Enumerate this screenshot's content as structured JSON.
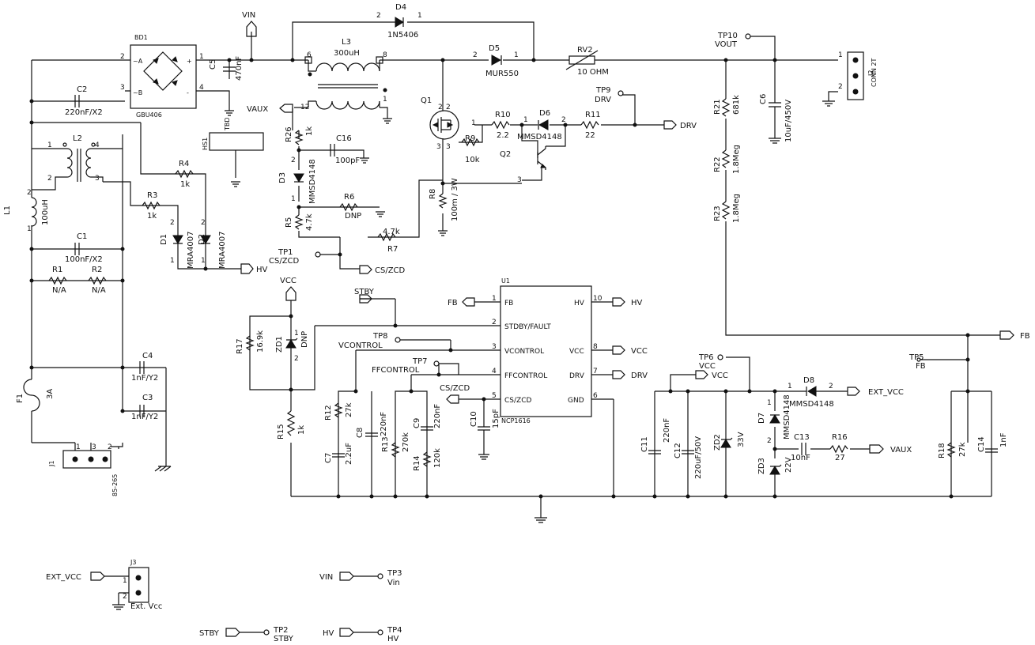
{
  "refs": {
    "BD1": "BD1",
    "BD1_val": "GBU406",
    "BD1_pa": "~A",
    "BD1_pb": "~B",
    "BD1_pp": "+",
    "BD1_pm": "-",
    "L3": "L3",
    "L3_val": "300uH",
    "D4": "D4",
    "D4_val": "1N5406",
    "D5": "D5",
    "D5_val": "MUR550",
    "RV2": "RV2",
    "RV2_val": "10 OHM",
    "C5": "C5",
    "C5_val": "470nF",
    "TBD": "TBD",
    "HS1": "HS1",
    "C2": "C2",
    "C2_val": "220nF/X2",
    "L2": "L2",
    "L1": "L1",
    "L1_val": "100uH",
    "C1": "C1",
    "C1_val": "100nF/X2",
    "R1": "R1",
    "R1_val": "N/A",
    "R2": "R2",
    "R2_val": "N/A",
    "R4": "R4",
    "R4_val": "1k",
    "R3": "R3",
    "R3_val": "1k",
    "D1": "D1",
    "D1_val": "MRA4007",
    "D2": "D2",
    "D2_val": "MRA4007",
    "R26": "R26",
    "R26_val": "1k",
    "C16": "C16",
    "C16_val": "100pF",
    "D3": "D3",
    "D3_val": "MMSD4148",
    "R6": "R6",
    "R6_val": "DNP",
    "R5": "R5",
    "R5_val": "4.7k",
    "R7": "R7",
    "R7_val": "4.7k",
    "Q1": "Q1",
    "R10": "R10",
    "R10_val": "2.2",
    "D6": "D6",
    "D6_val": "MMSD4148",
    "R11": "R11",
    "R11_val": "22",
    "R9": "R9",
    "R9_val": "10k",
    "Q2": "Q2",
    "R8": "R8",
    "R8_val": "100m / 3W",
    "R21": "R21",
    "R21_val": "681k",
    "R22": "R22",
    "R22_val": "1.8Meg",
    "R23": "R23",
    "R23_val": "1.8Meg",
    "C6": "C6",
    "C6_val": "10uF/450V",
    "J2": "J2",
    "J2_val": "CONN 2T",
    "C4": "C4",
    "C4_val": "1nF/Y2",
    "C3": "C3",
    "C3_val": "1nF/Y2",
    "F1": "F1",
    "F1_val": "3A",
    "J1": "J1",
    "J1_val": "85-265",
    "U1": "U1",
    "U1_val": "NCP1616",
    "R17": "R17",
    "R17_val": "16.9k",
    "ZD1": "ZD1",
    "ZD1_val": "DNP",
    "R15": "R15",
    "R15_val": "1k",
    "R12": "R12",
    "R12_val": "27k",
    "C8": "C8",
    "C8_val": "220nF",
    "C7": "C7",
    "C7_val": "2.2uF",
    "R13": "R13",
    "R13_val": "270k",
    "C9": "C9",
    "C9_val": "220nF",
    "R14": "R14",
    "R14_val": "120k",
    "C10": "C10",
    "C10_val": "15pF",
    "C11": "C11",
    "C11_val": "220nF",
    "C12": "C12",
    "C12_val": "220uF/50V",
    "ZD2": "ZD2",
    "ZD2_val": "33V",
    "D7": "D7",
    "D7_val": "MMSD4148",
    "D8": "D8",
    "D8_val": "MMSD4148",
    "C13": "C13",
    "C13_val": "10nF",
    "R16": "R16",
    "R16_val": "27",
    "ZD3": "ZD3",
    "ZD3_val": "22V",
    "R18": "R18",
    "R18_val": "27k",
    "C14": "C14",
    "C14_val": "1nF",
    "J3": "J3",
    "J3_val": "Ext. Vcc"
  },
  "testpoints": {
    "TP10": "TP10",
    "TP10_n": "VOUT",
    "TP9": "TP9",
    "TP9_n": "DRV",
    "TP1": "TP1",
    "TP1_n": "CS/ZCD",
    "TP8": "TP8",
    "TP8_n": "VCONTROL",
    "TP7": "TP7",
    "TP7_n": "FFCONTROL",
    "TP6": "TP6",
    "TP6_n": "VCC",
    "TP5": "TP5",
    "TP5_n": "FB",
    "TP3": "TP3",
    "TP3_n": "Vin",
    "TP2": "TP2",
    "TP2_n": "STBY",
    "TP4": "TP4",
    "TP4_n": "HV"
  },
  "nets": {
    "VIN": "VIN",
    "VAUX": "VAUX",
    "HV": "HV",
    "CSZCD": "CS/ZCD",
    "DRV": "DRV",
    "VCC": "VCC",
    "STBY": "STBY",
    "FB": "FB",
    "EXT_VCC": "EXT_VCC",
    "VIN2": "VIN",
    "STBY2": "STBY",
    "HV2": "HV",
    "EXT_VCC2": "EXT_VCC"
  },
  "ic_pins": {
    "FB": "FB",
    "STDBY": "STDBY/FAULT",
    "VCONTROL": "VCONTROL",
    "FFCONTROL": "FFCONTROL",
    "CSZCD": "CS/ZCD",
    "HV": "HV",
    "VCC": "VCC",
    "DRV": "DRV",
    "GND": "GND",
    "n1": "1",
    "n2": "2",
    "n3": "3",
    "n4": "4",
    "n5": "5",
    "n6": "6",
    "n7": "7",
    "n8": "8",
    "n10": "10"
  },
  "pins": {
    "p1": "1",
    "p2": "2",
    "p3": "3",
    "p4": "4",
    "p6": "6",
    "p8": "8",
    "p12": "12"
  }
}
